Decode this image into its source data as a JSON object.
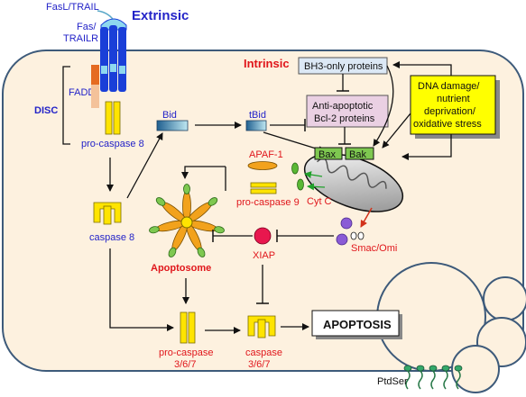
{
  "extrinsic": {
    "title": "Extrinsic",
    "ligand": "FasL/TRAIL",
    "receptor_line1": "Fas/",
    "receptor_line2": "TRAILR"
  },
  "disc": {
    "label": "DISC",
    "fadd": "FADD",
    "procaspase8": "pro-caspase 8"
  },
  "caspase8": "caspase 8",
  "bid": "Bid",
  "tbid": "tBid",
  "intrinsic": {
    "title": "Intrinsic",
    "bh3": "BH3-only proteins",
    "antiapoptotic_line1": "Anti-apoptotic",
    "antiapoptotic_line2": "Bcl-2 proteins",
    "damage_line1": "DNA damage/",
    "damage_line2": "nutrient",
    "damage_line3": "deprivation/",
    "damage_line4": "oxidative stress"
  },
  "mito": {
    "bax": "Bax",
    "bak": "Bak",
    "cytc": "Cyt C",
    "smac": "Smac/Omi"
  },
  "apaf1": "APAF-1",
  "procaspase9": "pro-caspase 9",
  "apoptosome": "Apoptosome",
  "xiap": "XIAP",
  "procaspase367_line1": "pro-caspase",
  "procaspase367_line2": "3/6/7",
  "caspase367_line1": "caspase",
  "caspase367_line2": "3/6/7",
  "apoptosis": "APOPTOSIS",
  "ptdser": "PtdSer",
  "colors": {
    "cell_fill": "#fdf1df",
    "cell_border": "#3d5a7a",
    "caspase_yellow": "#ffe400",
    "receptor_blue": "#1a3fd8",
    "receptor_cyan": "#8ed8ef",
    "box_blue": "#dce8f5",
    "box_pink": "#ead0e3",
    "damage_yellow": "#ffff00",
    "mito_green": "#7ec850",
    "xiap_red": "#e8174e",
    "smac_purple": "#8a5bd6",
    "apaf_orange": "#f2a21c",
    "text_blue": "#2323c8",
    "text_red": "#e0161b"
  }
}
